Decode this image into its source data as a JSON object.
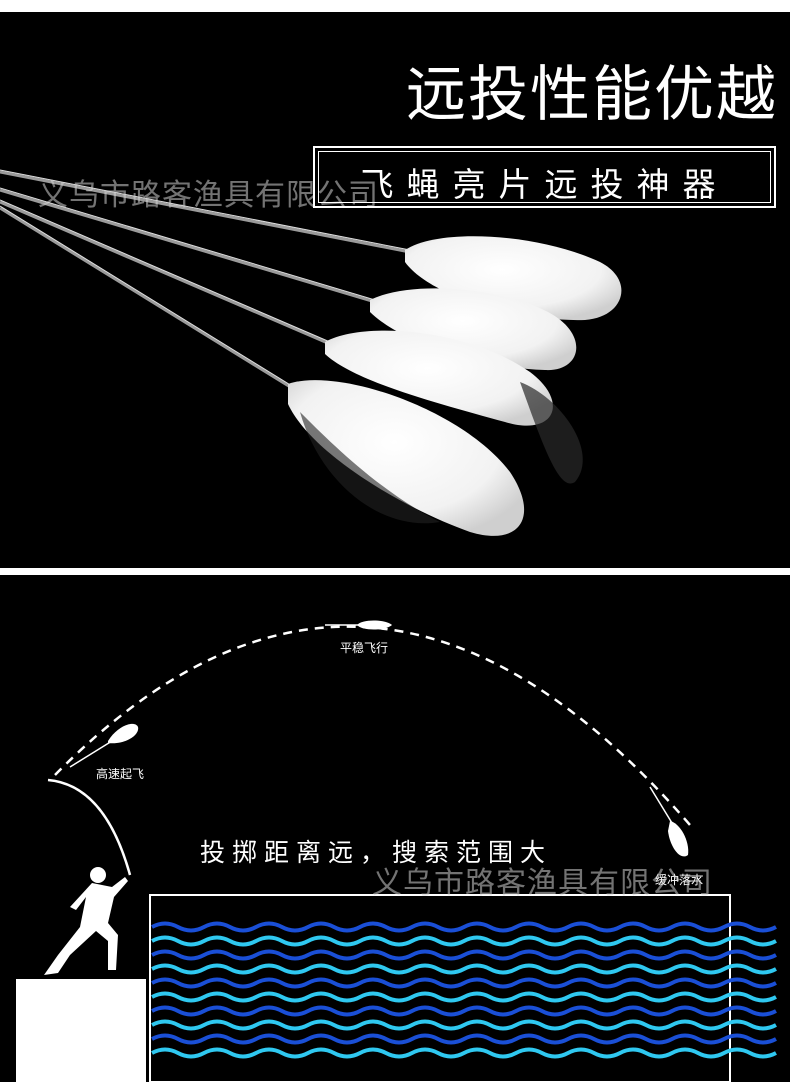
{
  "top_panel": {
    "headline": "远投性能优越",
    "subheadline": "飞蝇亮片远投神器",
    "watermark": "义乌市路客渔具有限公司"
  },
  "bottom_panel": {
    "labels": {
      "takeoff": "高速起飞",
      "flight": "平稳飞行",
      "landing": "缓冲落水"
    },
    "slogan": "投掷距离远，搜索范围大",
    "watermark": "义乌市路客渔具有限公司"
  },
  "colors": {
    "background": "#000000",
    "wave_dark": "#1a4fd6",
    "wave_light": "#2fc8f0"
  }
}
